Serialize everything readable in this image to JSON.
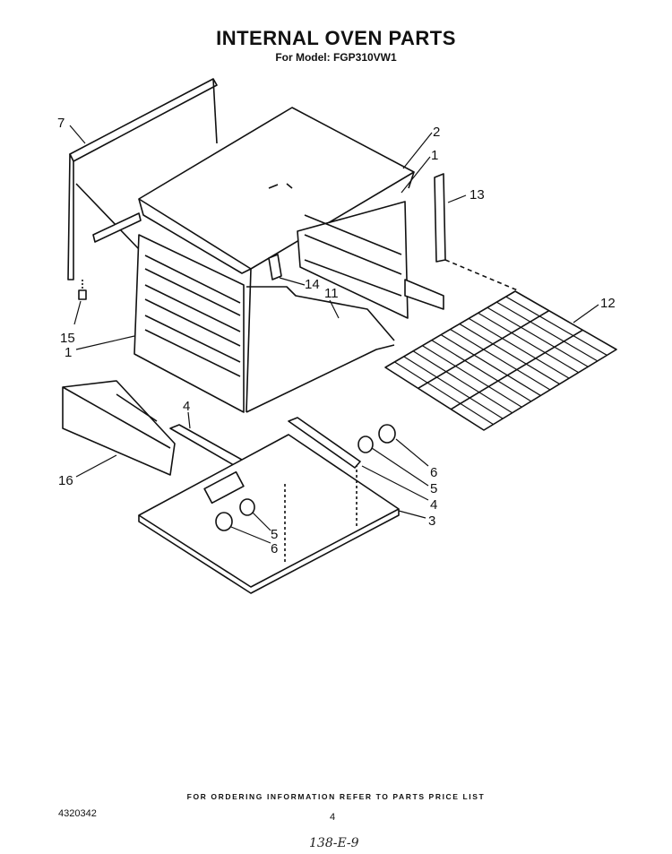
{
  "header": {
    "title": "INTERNAL OVEN PARTS",
    "subtitle": "For Model: FGP310VW1"
  },
  "callouts": {
    "c7": "7",
    "c2": "2",
    "c1_top": "1",
    "c13": "13",
    "c12": "12",
    "c14": "14",
    "c11": "11",
    "c15": "15",
    "c1_left": "1",
    "c4_left": "4",
    "c16": "16",
    "c6_right": "6",
    "c5_right": "5",
    "c4_right": "4",
    "c3": "3",
    "c5_left": "5",
    "c6_left": "6"
  },
  "footer": {
    "ordering_note": "FOR ORDERING INFORMATION REFER TO PARTS PRICE LIST",
    "doc_number": "4320342",
    "page_number": "4",
    "handwritten_note": "138-E-9"
  }
}
